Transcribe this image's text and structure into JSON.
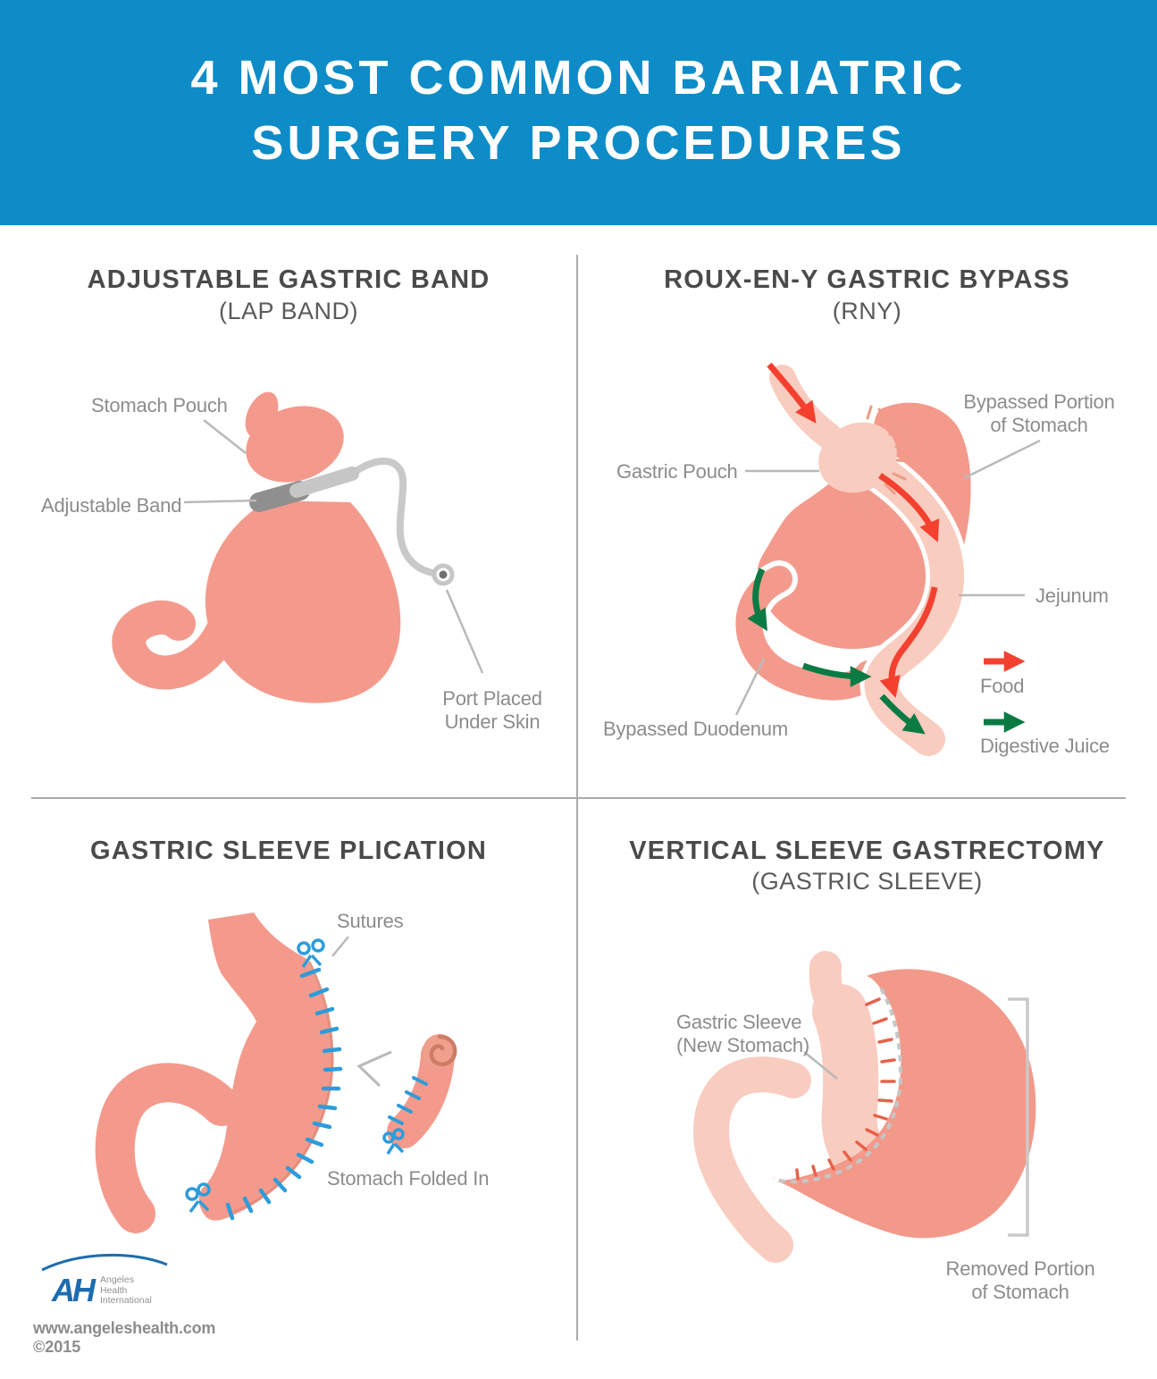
{
  "header": {
    "line1": "4 MOST COMMON BARIATRIC",
    "line2": "SURGERY PROCEDURES"
  },
  "sections": {
    "lap_band": {
      "title": "ADJUSTABLE GASTRIC BAND",
      "subtitle": "(LAP BAND)",
      "labels": {
        "stomach_pouch": "Stomach Pouch",
        "adjustable_band": "Adjustable Band",
        "port_line1": "Port Placed",
        "port_line2": "Under Skin"
      }
    },
    "rny": {
      "title": "ROUX-EN-Y GASTRIC BYPASS",
      "subtitle": "(RNY)",
      "labels": {
        "gastric_pouch": "Gastric Pouch",
        "bypassed_portion_line1": "Bypassed Portion",
        "bypassed_portion_line2": "of Stomach",
        "jejunum": "Jejunum",
        "bypassed_duodenum": "Bypassed Duodenum"
      },
      "legend": {
        "food": "Food",
        "digestive_juice": "Digestive Juice"
      }
    },
    "plication": {
      "title": "GASTRIC SLEEVE PLICATION",
      "labels": {
        "sutures": "Sutures",
        "stomach_folded_in": "Stomach Folded In"
      }
    },
    "vsg": {
      "title": "VERTICAL SLEEVE GASTRECTOMY",
      "subtitle": "(GASTRIC SLEEVE)",
      "labels": {
        "sleeve_line1": "Gastric Sleeve",
        "sleeve_line2": "(New Stomach)",
        "removed_line1": "Removed Portion",
        "removed_line2": "of Stomach"
      }
    }
  },
  "footer": {
    "logo": {
      "monogram": "AH",
      "org_line1": "Angeles",
      "org_line2": "Health",
      "org_line3": "International"
    },
    "website": "www.angeleshealth.com",
    "copyright": "©2015"
  },
  "colors": {
    "header_bg": "#0D8CC7",
    "stomach_salmon": "#F49A8C",
    "stomach_light_pink": "#F8CCBF",
    "suture_blue": "#2D9CDB",
    "food_red": "#F4402F",
    "digestive_green": "#0B7B43",
    "label_gray": "#8C8C8C",
    "title_gray": "#4A4A4A",
    "divider_gray": "#ABABAB",
    "logo_blue": "#1D6CB0"
  }
}
